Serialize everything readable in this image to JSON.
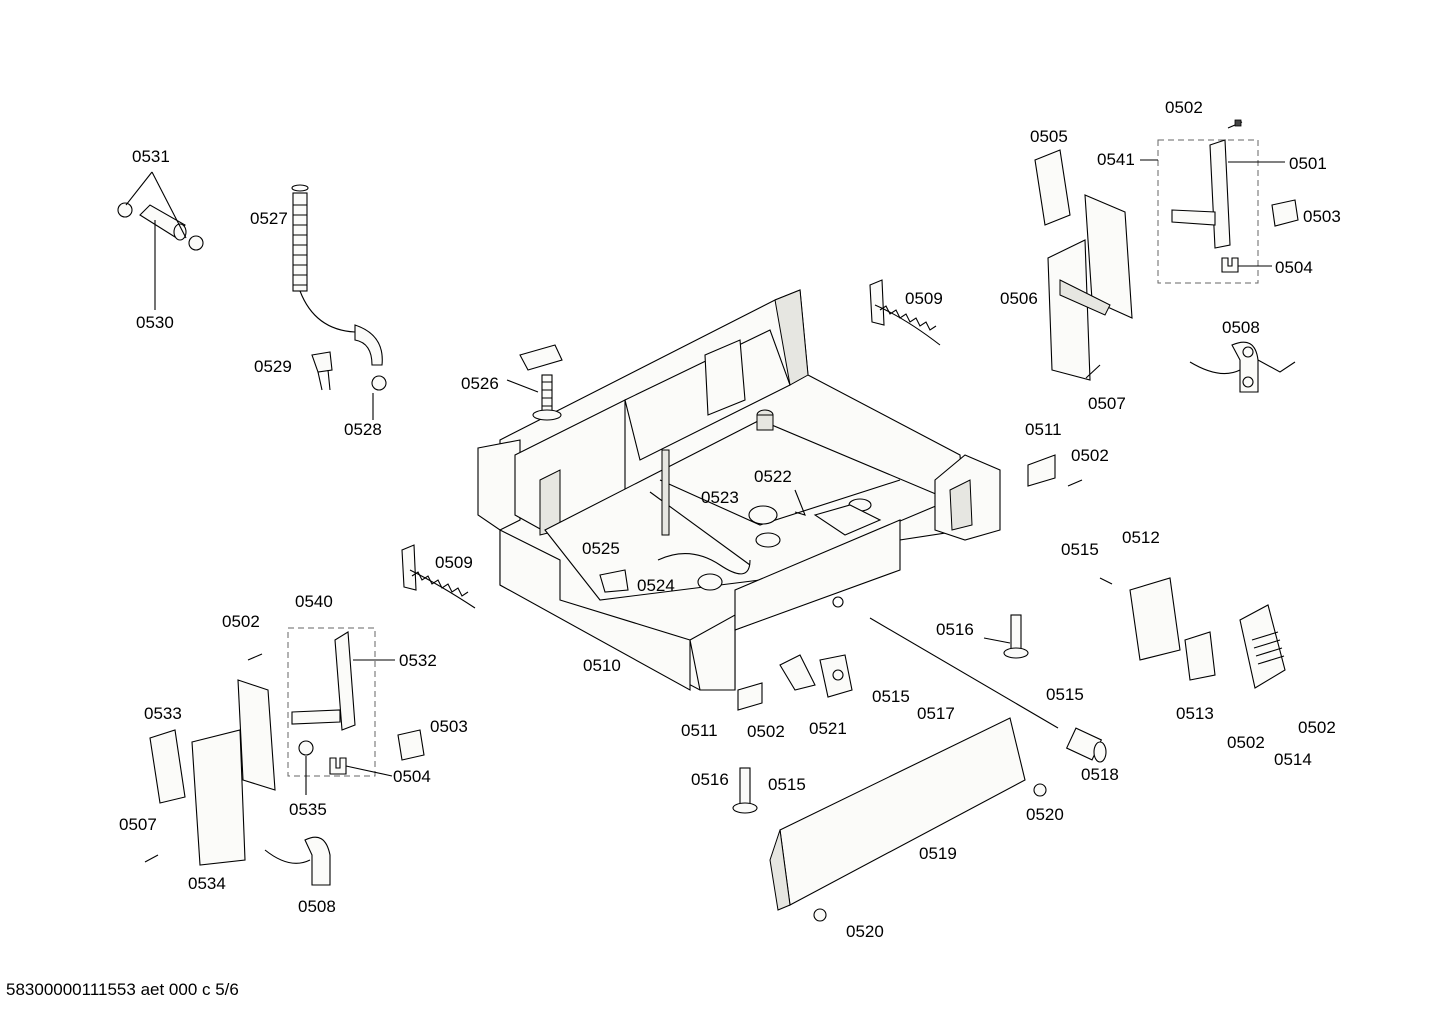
{
  "document_code": "58300000111553 aet 000 c 5/6",
  "labels": {
    "l0531": "0531",
    "l0530": "0530",
    "l0527": "0527",
    "l0529": "0529",
    "l0528": "0528",
    "l0526": "0526",
    "l0509a": "0509",
    "l0509b": "0509",
    "l0505": "0505",
    "l0541": "0541",
    "l0502a": "0502",
    "l0501": "0501",
    "l0503a": "0503",
    "l0504a": "0504",
    "l0506": "0506",
    "l0508a": "0508",
    "l0507a": "0507",
    "l0511a": "0511",
    "l0502b": "0502",
    "l0522": "0522",
    "l0523": "0523",
    "l0525": "0525",
    "l0524": "0524",
    "l0515a": "0515",
    "l0512": "0512",
    "l0540": "0540",
    "l0502c": "0502",
    "l0532": "0532",
    "l0533": "0533",
    "l0503b": "0503",
    "l0504b": "0504",
    "l0535": "0535",
    "l0507b": "0507",
    "l0534": "0534",
    "l0508b": "0508",
    "l0510": "0510",
    "l0516a": "0516",
    "l0515b": "0515",
    "l0515c": "0515",
    "l0517": "0517",
    "l0513": "0513",
    "l0502d": "0502",
    "l0514": "0514",
    "l0502e": "0502",
    "l0511b": "0511",
    "l0502f": "0502",
    "l0521": "0521",
    "l0516b": "0516",
    "l0515d": "0515",
    "l0518": "0518",
    "l0520a": "0520",
    "l0519": "0519",
    "l0520b": "0520"
  }
}
